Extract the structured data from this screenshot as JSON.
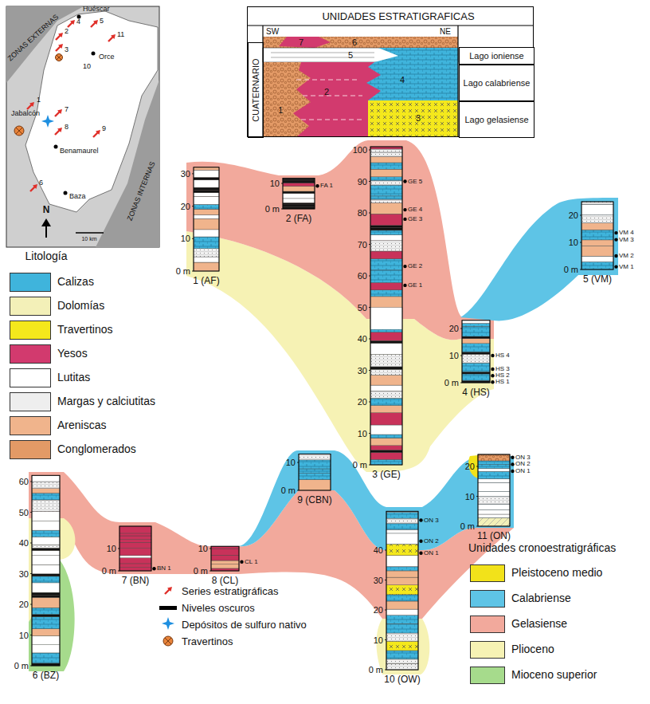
{
  "diagram": {
    "nodes": [
      {
        "text": [
          "UNIDADES ESTRATIGRAFICAS"
        ]
      },
      {
        "text": [
          "CUATERNARIO"
        ],
        "in": 0
      },
      {
        "text": [
          "Lago ioniense"
        ],
        "in": 0
      },
      {
        "text": [
          "Lago calabriense"
        ],
        "in": 0
      },
      {
        "text": [
          "Lago gelasiense"
        ],
        "in": 0
      }
    ],
    "labels": [
      "ZONAS EXTERNAS",
      "ZONAS INTERNAS",
      "Huéscar",
      "Orce",
      "Jabalcón",
      "Benamaurel",
      "Baza",
      "N",
      "10 km",
      "1",
      "2",
      "3",
      "4",
      "5",
      "6",
      "7",
      "8",
      "9",
      "10",
      "11",
      "SW",
      "NE",
      "7",
      "6",
      "5",
      "4",
      "3",
      "2",
      "1",
      "1 (AF)",
      "2 (FA)",
      "3 (GE)",
      "4 (HS)",
      "5 (VM)",
      "6 (BZ)",
      "7 (BN)",
      "8 (CL)",
      "9 (CBN)",
      "10 (OW)",
      "11 (ON)",
      "Litología",
      "Unidades cronoestratigráficas",
      "0 m",
      "10",
      "20",
      "30",
      "0 m",
      "10",
      "0 m",
      "10",
      "20",
      "30",
      "40",
      "50",
      "60",
      "70",
      "80",
      "90",
      "100",
      "0 m",
      "10",
      "20",
      "0 m",
      "10",
      "20",
      "0 m",
      "10",
      "20",
      "30",
      "40",
      "50",
      "60",
      "0 m",
      "10",
      "0 m",
      "10",
      "0 m",
      "10",
      "0 m",
      "10",
      "20",
      "30",
      "40",
      "0 m",
      "10",
      "20",
      "FA 1",
      "GE 5",
      "GE 4",
      "GE 3",
      "GE 2",
      "GE 1",
      "HS 4",
      "HS 3",
      "HS 2",
      "HS 1",
      "VM 4",
      "VM 3",
      "VM 2",
      "VM 1",
      "BN 1",
      "CL 1",
      "ON 3",
      "ON 2",
      "ON 1",
      "ON 3",
      "ON 2",
      "ON 1"
    ],
    "legend": [
      {
        "text": "Calizas",
        "color": "#3fb4dc"
      },
      {
        "text": "Dolomías",
        "color": "#f3f0b8"
      },
      {
        "text": "Travertinos",
        "color": "#f4e81c"
      },
      {
        "text": "Yesos",
        "color": "#d23a6e"
      },
      {
        "text": "Lutitas",
        "color": "#ffffff"
      },
      {
        "text": "Margas y calciutitas",
        "color": "#eeeeee"
      },
      {
        "text": "Areniscas",
        "color": "#f0b48c"
      },
      {
        "text": "Conglomerados",
        "color": "#e39a66"
      },
      {
        "text": "Series estratigráficas"
      },
      {
        "text": "Niveles oscuros"
      },
      {
        "text": "Depósitos de sulfuro nativo"
      },
      {
        "text": "Travertinos"
      },
      {
        "text": "Pleistoceno medio",
        "color": "#f2e21a"
      },
      {
        "text": "Calabriense",
        "color": "#5ec4e6"
      },
      {
        "text": "Gelasiense",
        "color": "#f2a99c"
      },
      {
        "text": "Plioceno",
        "color": "#f6f2b4"
      },
      {
        "text": "Mioceno superior",
        "color": "#a6db8c"
      }
    ]
  }
}
